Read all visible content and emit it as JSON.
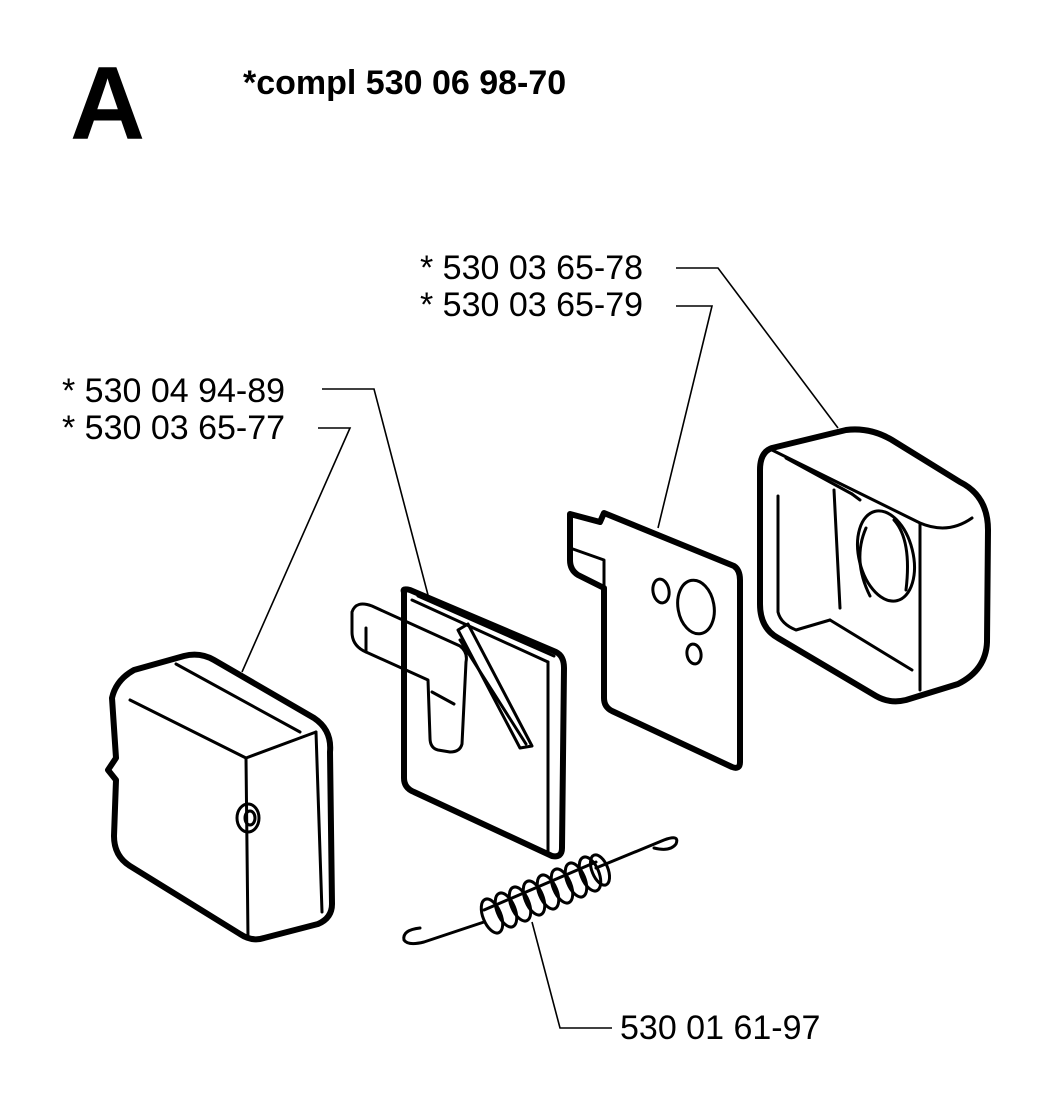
{
  "header": {
    "section_letter": "A",
    "assembly_number": "*compl 530 06 98-70"
  },
  "parts": {
    "cover_outer": "* 530 03 65-78",
    "cover_gasket": "* 530 03 65-79",
    "filter_element": "* 530 04 94-89",
    "filter_cover": "* 530 03 65-77",
    "spring": "530 01 61-97"
  },
  "colors": {
    "line": "#000000",
    "background": "#ffffff"
  }
}
